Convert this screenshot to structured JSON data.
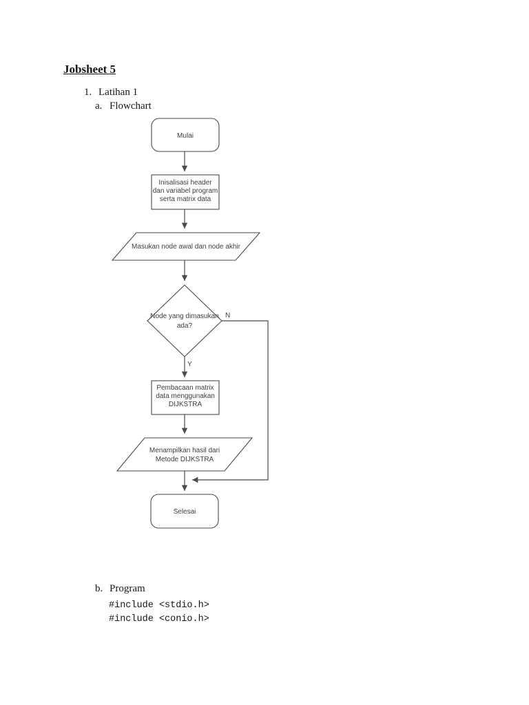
{
  "document": {
    "title": "Jobsheet 5",
    "list": {
      "item1": {
        "number": "1.",
        "label": "Latihan 1"
      },
      "sub_a": {
        "number": "a.",
        "label": "Flowchart"
      },
      "sub_b": {
        "number": "b.",
        "label": "Program"
      }
    },
    "code": {
      "line1": "#include <stdio.h>",
      "line2": "#include <conio.h>"
    }
  },
  "flowchart": {
    "colors": {
      "stroke": "#4a4a4a",
      "text": "#3d3d3d"
    },
    "start": {
      "label": "Mulai"
    },
    "process1": {
      "lines": [
        "Inisalisasi header",
        "dan variabel program",
        "serta matrix data"
      ]
    },
    "io1": {
      "label": "Masukan node awal dan node akhir"
    },
    "decision": {
      "lines": [
        "Node yang dimasukan",
        "ada?"
      ],
      "no_label": "N",
      "yes_label": "Y"
    },
    "process2": {
      "lines": [
        "Pembacaan matrix",
        "data menggunakan",
        "DIJKSTRA"
      ]
    },
    "io2": {
      "lines": [
        "Menampilkan hasil dari",
        "Metode DIJKSTRA"
      ]
    },
    "end": {
      "label": "Selesai"
    }
  }
}
